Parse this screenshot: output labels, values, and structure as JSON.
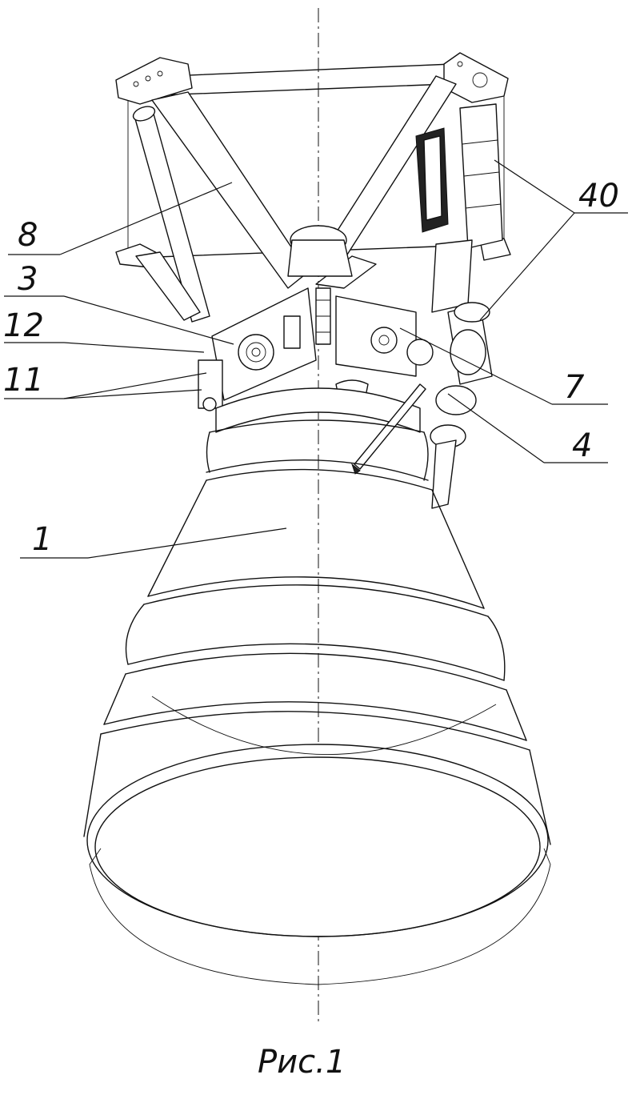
{
  "figure": {
    "caption": "Рис.1",
    "callouts": [
      {
        "id": "label-40",
        "text": "40"
      },
      {
        "id": "label-8",
        "text": "8"
      },
      {
        "id": "label-3",
        "text": "3"
      },
      {
        "id": "label-12",
        "text": "12"
      },
      {
        "id": "label-11",
        "text": "11"
      },
      {
        "id": "label-7",
        "text": "7"
      },
      {
        "id": "label-4",
        "text": "4"
      },
      {
        "id": "label-1",
        "text": "1"
      }
    ]
  }
}
